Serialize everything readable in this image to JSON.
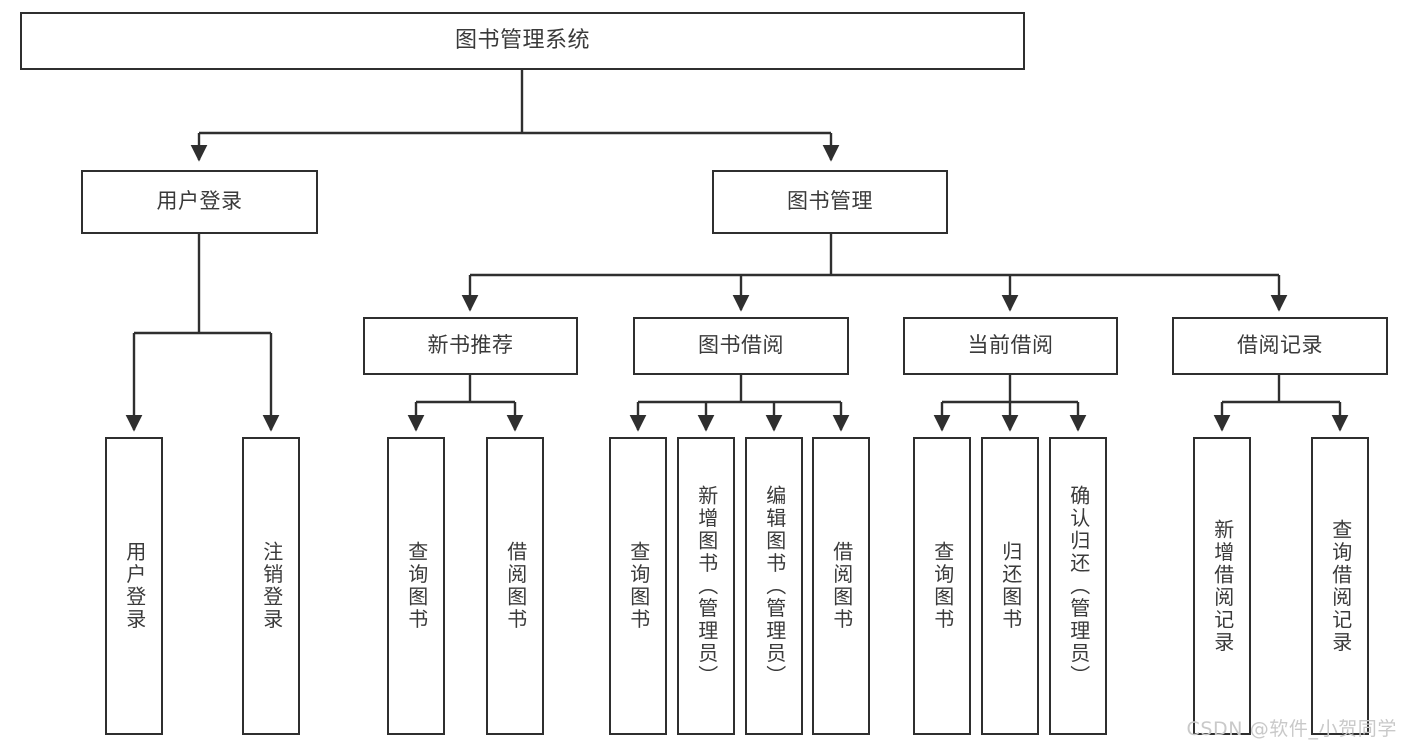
{
  "diagram": {
    "title": "图书管理系统",
    "type": "hierarchy-tree",
    "line_color": "#2f2f2f",
    "text_color": "#3a3a3a",
    "background_color": "#ffffff",
    "watermark": "CSDN @软件_小贺同学",
    "levels": {
      "root": {
        "label": "图书管理系统"
      },
      "level2": [
        {
          "label": "用户登录"
        },
        {
          "label": "图书管理"
        }
      ],
      "level3": [
        {
          "label": "新书推荐"
        },
        {
          "label": "图书借阅"
        },
        {
          "label": "当前借阅"
        },
        {
          "label": "借阅记录"
        }
      ],
      "leaves": {
        "user_login": [
          {
            "label": "用户登录"
          },
          {
            "label": "注销登录"
          }
        ],
        "new_book_recommend": [
          {
            "label": "查询图书"
          },
          {
            "label": "借阅图书"
          }
        ],
        "book_borrow": [
          {
            "label": "查询图书"
          },
          {
            "label": "新增图书（管理员）"
          },
          {
            "label": "编辑图书（管理员）"
          },
          {
            "label": "借阅图书"
          }
        ],
        "current_borrow": [
          {
            "label": "查询图书"
          },
          {
            "label": "归还图书"
          },
          {
            "label": "确认归还（管理员）"
          }
        ],
        "borrow_record": [
          {
            "label": "新增借阅记录"
          },
          {
            "label": "查询借阅记录"
          }
        ]
      }
    }
  }
}
